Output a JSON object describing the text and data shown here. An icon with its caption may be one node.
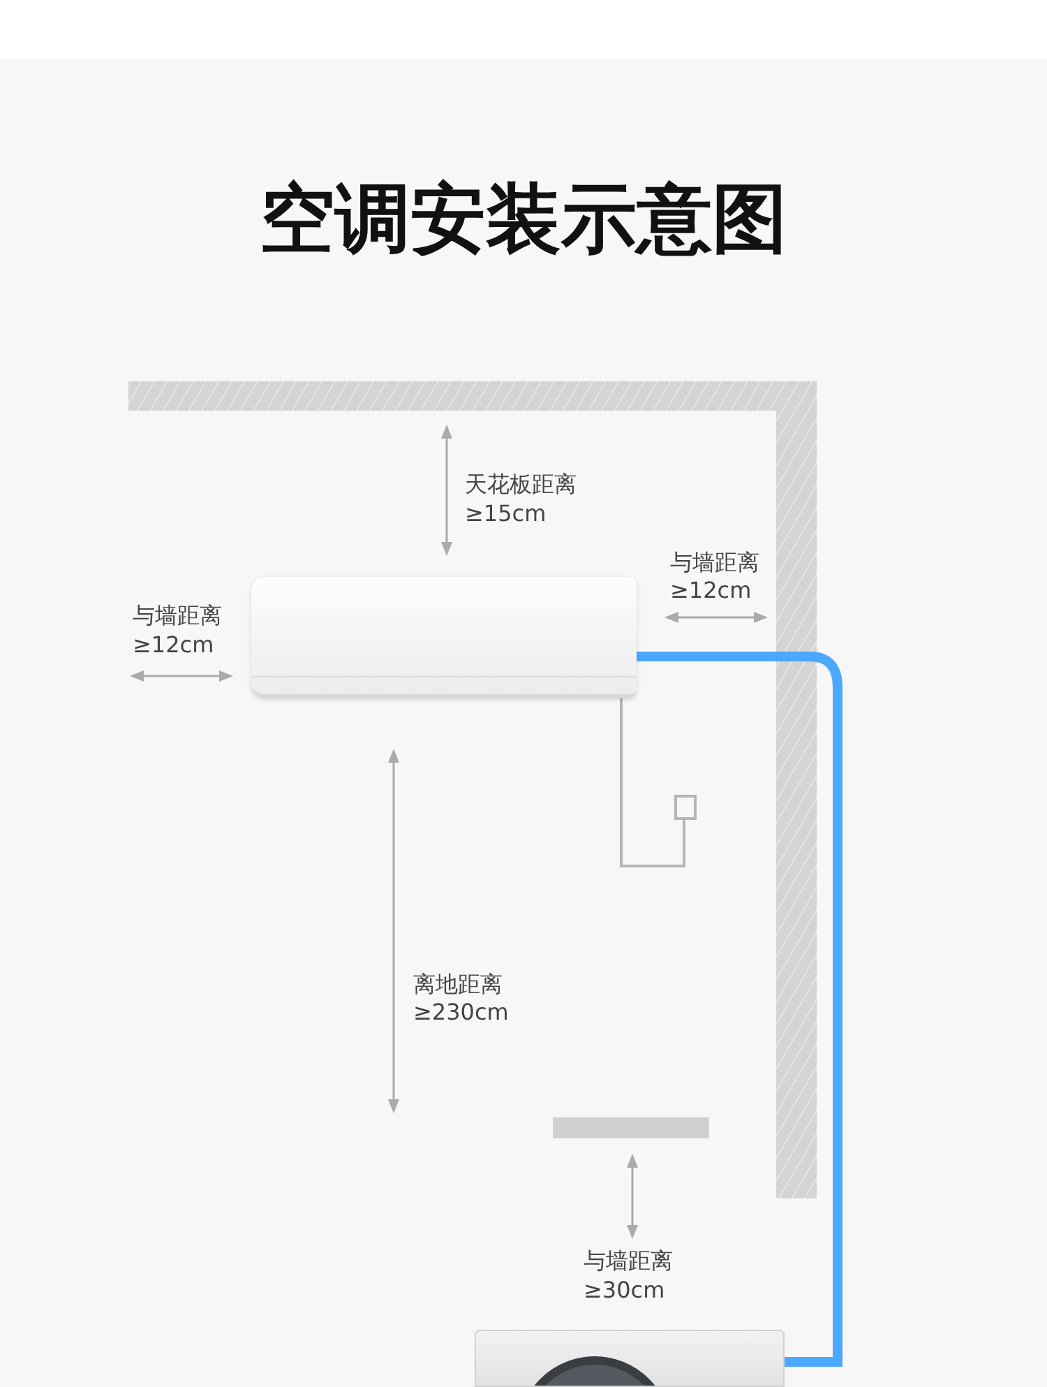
{
  "diagram": {
    "title": "空调安装示意图",
    "nodes": [
      {
        "text": [],
        "shape": "picture"
      },
      {
        "text": [],
        "shape": "picture"
      }
    ],
    "edges": [
      {
        "from": 0,
        "to": 1,
        "arrow": "none"
      }
    ],
    "labels": [
      "天花板距离",
      "≥15cm",
      "与墙距离",
      "≥12cm",
      "与墙距离",
      "≥12cm",
      "离地距离",
      "≥230cm",
      "与墙距离",
      "≥30cm"
    ]
  }
}
